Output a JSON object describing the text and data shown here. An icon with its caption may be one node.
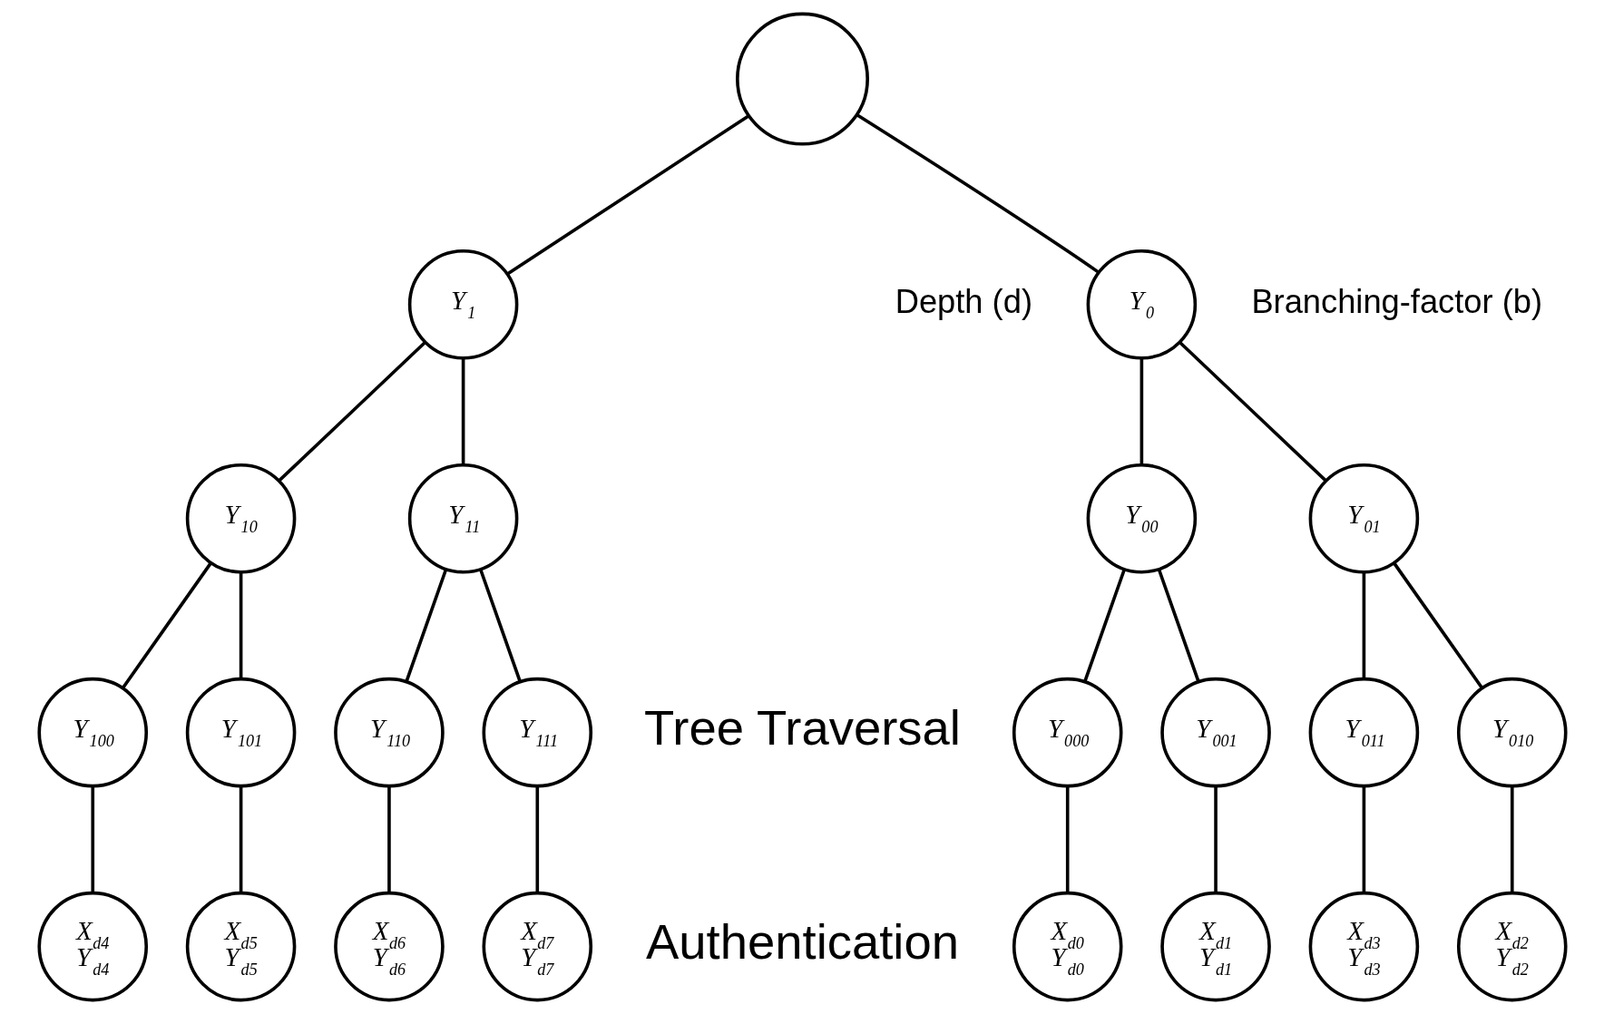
{
  "diagram": {
    "nodes": [
      {
        "text": [],
        "shape": "circle"
      },
      {
        "text": [
          "Y$_{0}$"
        ]
      },
      {
        "text": [
          "Y$_{1}$"
        ]
      },
      {
        "text": [
          "Y$_{00}$"
        ]
      },
      {
        "text": [
          "Y$_{01}$"
        ]
      },
      {
        "text": [
          "Y$_{10}$"
        ]
      },
      {
        "text": [
          "Y$_{11}$"
        ]
      },
      {
        "text": [
          "Y$_{000}$"
        ]
      },
      {
        "text": [
          "Y$_{001}$"
        ]
      },
      {
        "text": [
          "Y$_{010}$"
        ]
      },
      {
        "text": [
          "Y$_{011}$"
        ]
      },
      {
        "text": [
          "Y$_{100}$"
        ]
      },
      {
        "text": [
          "Y$_{101}$"
        ]
      },
      {
        "text": [
          "Y$_{110}$"
        ]
      },
      {
        "text": [
          "Y$_{111}$"
        ]
      },
      {
        "text": [
          "X$_{d0}$",
          "Y$_{d0}$"
        ]
      },
      {
        "text": [
          "X$_{d1}$",
          "Y$_{d1}$"
        ]
      },
      {
        "text": [
          "X$_{d2}$",
          "Y$_{d2}$"
        ]
      },
      {
        "text": [
          "X$_{d3}$",
          "Y$_{d3}$"
        ]
      },
      {
        "text": [
          "X$_{d4}$",
          "Y$_{d4}$"
        ]
      },
      {
        "text": [
          "X$_{d5}$",
          "Y$_{d5}$"
        ]
      },
      {
        "text": [
          "X$_{d6}$",
          "Y$_{d6}$"
        ]
      },
      {
        "text": [
          "X$_{d7}$",
          "Y$_{d7}$"
        ]
      }
    ],
    "edges": [
      {
        "from": 0,
        "to": 1,
        "arrow": "none"
      },
      {
        "from": 0,
        "to": 2,
        "arrow": "none"
      },
      {
        "from": 1,
        "to": 3,
        "arrow": "none"
      },
      {
        "from": 1,
        "to": 4,
        "arrow": "none"
      },
      {
        "from": 2,
        "to": 5,
        "arrow": "none"
      },
      {
        "from": 2,
        "to": 6,
        "arrow": "none"
      },
      {
        "from": 3,
        "to": 7,
        "arrow": "none"
      },
      {
        "from": 3,
        "to": 8,
        "arrow": "none"
      },
      {
        "from": 4,
        "to": 9,
        "arrow": "none"
      },
      {
        "from": 4,
        "to": 10,
        "arrow": "none"
      },
      {
        "from": 5,
        "to": 11,
        "arrow": "none"
      },
      {
        "from": 5,
        "to": 12,
        "arrow": "none"
      },
      {
        "from": 6,
        "to": 13,
        "arrow": "none"
      },
      {
        "from": 6,
        "to": 14,
        "arrow": "none"
      },
      {
        "from": 7,
        "to": 15,
        "arrow": "none"
      },
      {
        "from": 8,
        "to": 16,
        "arrow": "none"
      },
      {
        "from": 9,
        "to": 17,
        "arrow": "none"
      },
      {
        "from": 10,
        "to": 18,
        "arrow": "none"
      },
      {
        "from": 11,
        "to": 19,
        "arrow": "none"
      },
      {
        "from": 12,
        "to": 20,
        "arrow": "none"
      },
      {
        "from": 13,
        "to": 21,
        "arrow": "none"
      },
      {
        "from": 14,
        "to": 22,
        "arrow": "none"
      }
    ],
    "labels": [
      "Tree Traversal",
      "Depth (d)",
      "Branching-factor (b)",
      "Authentication"
    ]
  }
}
